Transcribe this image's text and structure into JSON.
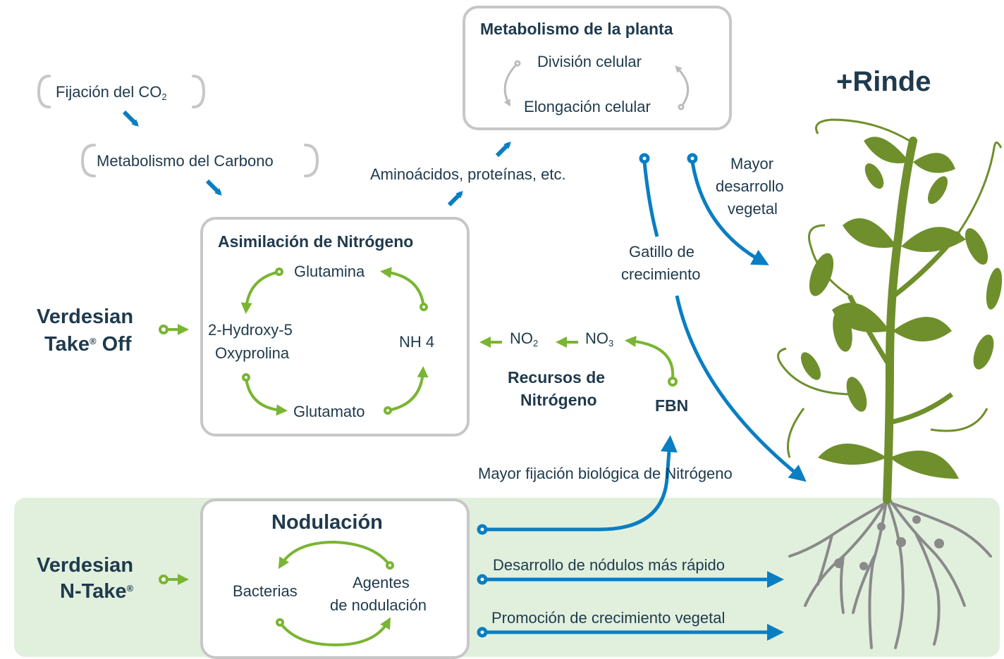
{
  "title": "+Rinde",
  "metabolismo_planta": {
    "title": "Metabolismo de la planta",
    "division": "División celular",
    "elongacion": "Elongación celular"
  },
  "fijacion": {
    "prefix": "Fijación del CO",
    "sub": "2"
  },
  "metabolismo_carbono": "Metabolismo del Carbono",
  "aminoacidos": "Aminoácidos, proteínas, etc.",
  "asimilacion": {
    "title": "Asimilación de Nitrógeno",
    "glutamina": "Glutamina",
    "hydroxy_line1": "2-Hydroxy-5",
    "hydroxy_line2": "Oxyprolina",
    "nh4": "NH 4",
    "glutamato": "Glutamato"
  },
  "take_off": {
    "line1": "Verdesian",
    "line2": "Take",
    "reg": "®",
    "line2b": " Off"
  },
  "n_take": {
    "line1": "Verdesian",
    "line2": "N-Take",
    "reg": "®"
  },
  "no2": {
    "prefix": "NO",
    "sub": "2"
  },
  "no3": {
    "prefix": "NO",
    "sub": "3"
  },
  "recursos": {
    "line1": "Recursos de",
    "line2": "Nitrógeno"
  },
  "fbn": "FBN",
  "gatillo": {
    "line1": "Gatillo de",
    "line2": "crecimiento"
  },
  "mayor_desarrollo": {
    "line1": "Mayor",
    "line2": "desarrollo",
    "line3": "vegetal"
  },
  "mayor_fijacion": "Mayor fijación biológica de Nitrógeno",
  "nodulacion": {
    "title": "Nodulación",
    "bacterias": "Bacterias",
    "agentes_line1": "Agentes",
    "agentes_line2": "de nodulación"
  },
  "desarrollo_nodulos": "Desarrollo de nódulos más rápido",
  "promocion": "Promoción de crecimiento vegetal",
  "colors": {
    "blue": "#0a7ec2",
    "green": "#7ab532",
    "navy": "#1f3a4d",
    "gray": "#c7c7c7",
    "band": "#e1f0dd",
    "plant": "#6e8f2b"
  }
}
